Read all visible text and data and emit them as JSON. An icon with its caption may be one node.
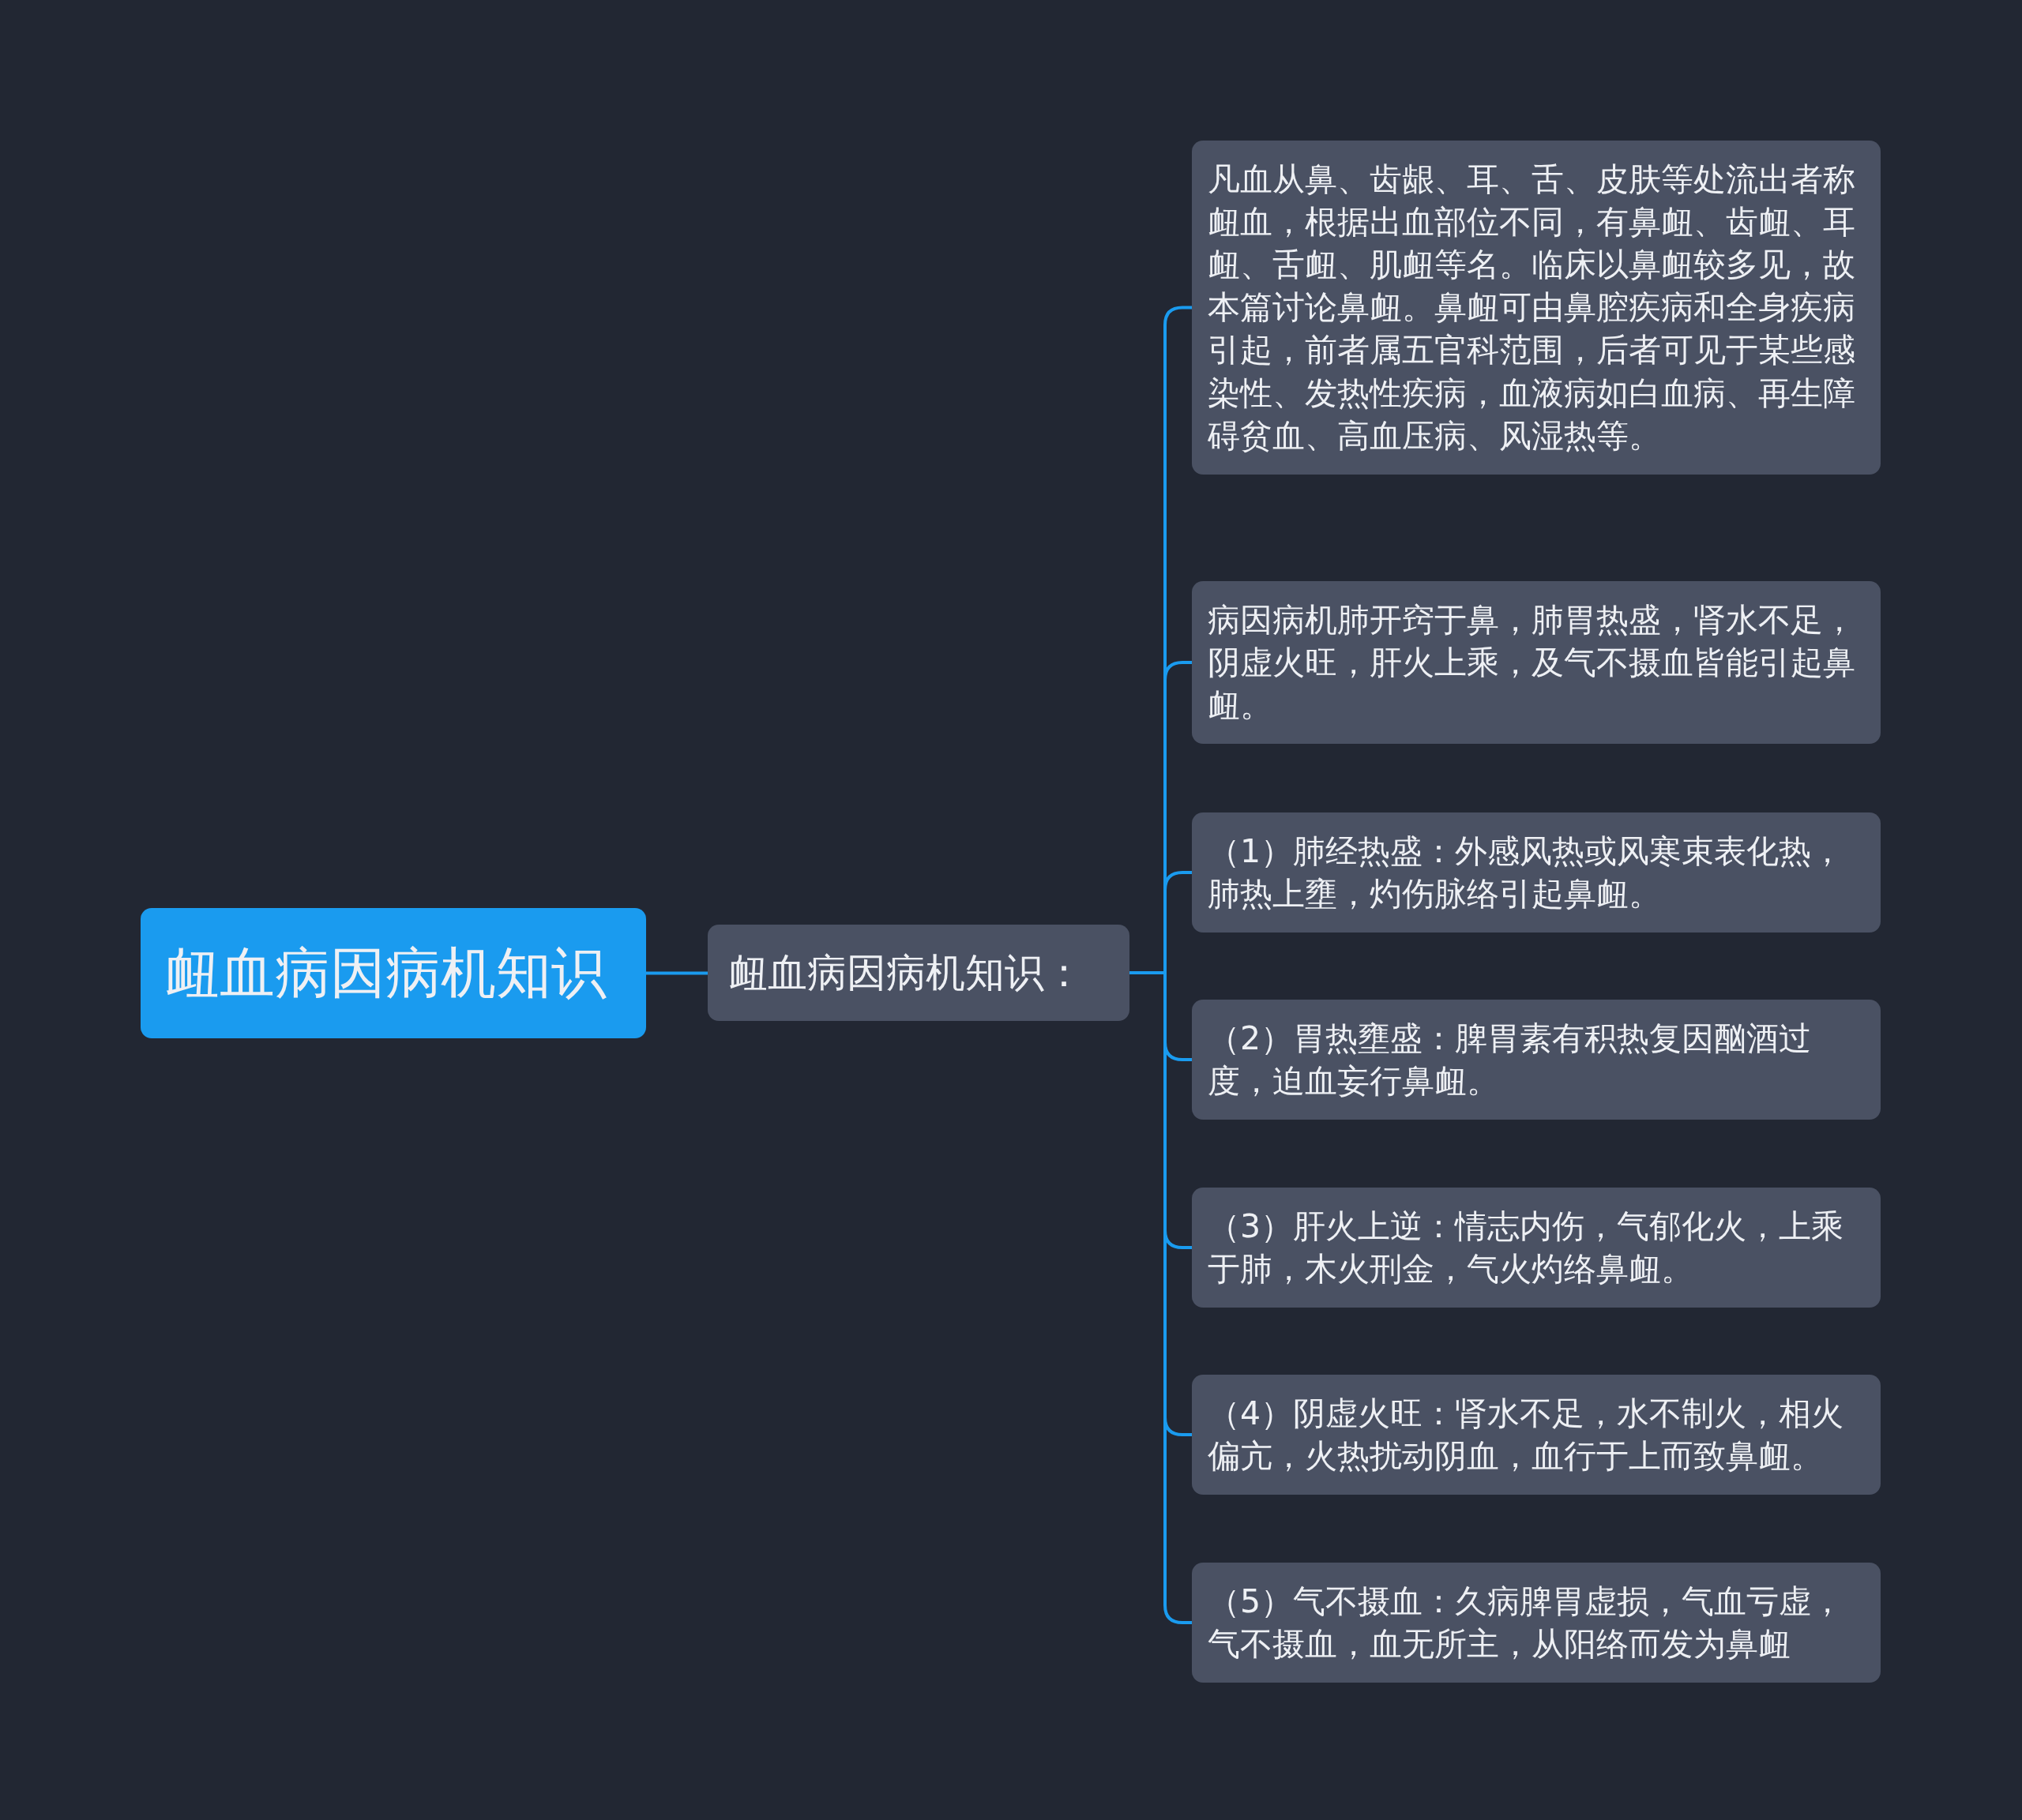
{
  "diagram": {
    "nodes": [
      {
        "text": [
          "衄血病因病机知识"
        ]
      },
      {
        "text": [
          "衄血病因病机知识："
        ]
      },
      {
        "text": [
          "凡血从鼻、齿龈、耳、舌、皮肤等处流出者称衄血，根据出血部位不同，有鼻衄、齿衄、耳衄、舌衄、肌衄等名。临床以鼻衄较多见，故本篇讨论鼻衄。鼻衄可由鼻腔疾病和全身疾病引起，前者属五官科范围，后者可见于某些感染性、发热性疾病，血液病如白血病、再生障碍贫血、高血压病、风湿热等。"
        ]
      },
      {
        "text": [
          "病因病机肺开窍于鼻，肺胃热盛，肾水不足，阴虚火旺，肝火上乘，及气不摄血皆能引起鼻衄。"
        ]
      },
      {
        "text": [
          "（1）肺经热盛：外感风热或风寒束表化热，肺热上壅，灼伤脉络引起鼻衄。"
        ]
      },
      {
        "text": [
          "（2）胃热壅盛：脾胃素有积热复因酗酒过度，迫血妄行鼻衄。"
        ]
      },
      {
        "text": [
          "（3）肝火上逆：情志内伤，气郁化火，上乘于肺，木火刑金，气火灼络鼻衄。"
        ]
      },
      {
        "text": [
          "（4）阴虚火旺：肾水不足，水不制火，相火偏亢，火热扰动阴血，血行于上而致鼻衄。"
        ]
      },
      {
        "text": [
          "（5）气不摄血：久病脾胃虚损，气血亏虚，气不摄血，血无所主，从阳络而发为鼻衄"
        ]
      }
    ],
    "edges": [
      {
        "from": 0,
        "to": 1,
        "arrow": "none"
      },
      {
        "from": 1,
        "to": 2,
        "arrow": "none"
      },
      {
        "from": 1,
        "to": 3,
        "arrow": "none"
      },
      {
        "from": 1,
        "to": 4,
        "arrow": "none"
      },
      {
        "from": 1,
        "to": 5,
        "arrow": "none"
      },
      {
        "from": 1,
        "to": 6,
        "arrow": "none"
      },
      {
        "from": 1,
        "to": 7,
        "arrow": "none"
      },
      {
        "from": 1,
        "to": 8,
        "arrow": "none"
      }
    ]
  }
}
